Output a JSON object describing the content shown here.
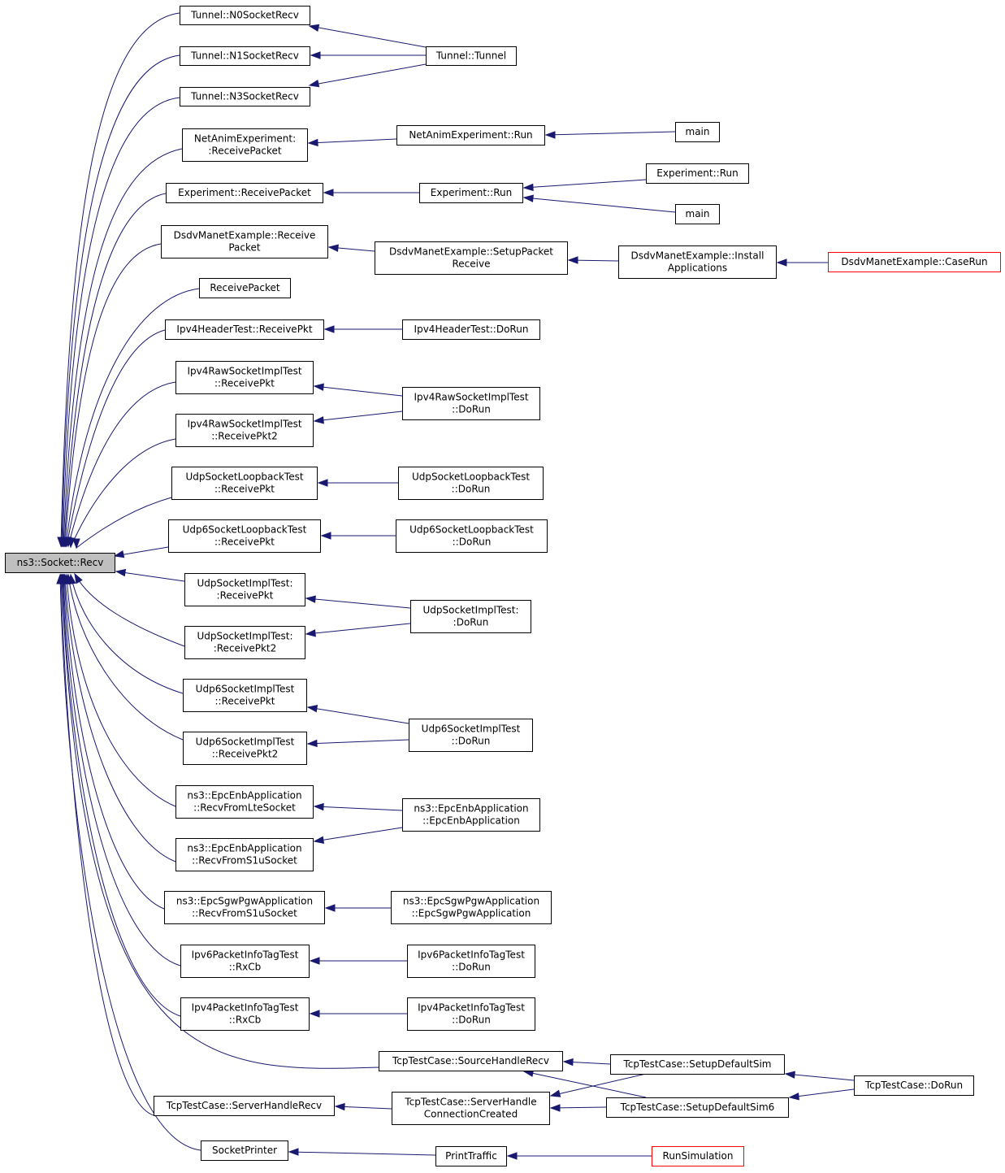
{
  "colors": {
    "edge": "#191970",
    "root_fill": "#bfbfbf",
    "truncated_border": "#ff0000"
  },
  "nodes": {
    "root": {
      "lines": [
        "ns3::Socket::Recv"
      ]
    },
    "n0": {
      "lines": [
        "Tunnel::N0SocketRecv"
      ]
    },
    "n1": {
      "lines": [
        "Tunnel::N1SocketRecv"
      ]
    },
    "n3": {
      "lines": [
        "Tunnel::N3SocketRecv"
      ]
    },
    "tunnel": {
      "lines": [
        "Tunnel::Tunnel"
      ]
    },
    "naRecv": {
      "lines": [
        "NetAnimExperiment:",
        ":ReceivePacket"
      ]
    },
    "naRun": {
      "lines": [
        "NetAnimExperiment::Run"
      ]
    },
    "main1": {
      "lines": [
        "main"
      ]
    },
    "expRecv": {
      "lines": [
        "Experiment::ReceivePacket"
      ]
    },
    "expRun": {
      "lines": [
        "Experiment::Run"
      ]
    },
    "expRun2": {
      "lines": [
        "Experiment::Run"
      ]
    },
    "main2": {
      "lines": [
        "main"
      ]
    },
    "dsdvRecv": {
      "lines": [
        "DsdvManetExample::Receive",
        "Packet"
      ]
    },
    "dsdvSetup": {
      "lines": [
        "DsdvManetExample::SetupPacket",
        "Receive"
      ]
    },
    "dsdvInstall": {
      "lines": [
        "DsdvManetExample::Install",
        "Applications"
      ]
    },
    "dsdvCase": {
      "lines": [
        "DsdvManetExample::CaseRun"
      ]
    },
    "recvPacket": {
      "lines": [
        "ReceivePacket"
      ]
    },
    "ipv4HdrRecv": {
      "lines": [
        "Ipv4HeaderTest::ReceivePkt"
      ]
    },
    "ipv4HdrRun": {
      "lines": [
        "Ipv4HeaderTest::DoRun"
      ]
    },
    "rawRecv": {
      "lines": [
        "Ipv4RawSocketImplTest",
        "::ReceivePkt"
      ]
    },
    "rawRecv2": {
      "lines": [
        "Ipv4RawSocketImplTest",
        "::ReceivePkt2"
      ]
    },
    "rawRun": {
      "lines": [
        "Ipv4RawSocketImplTest",
        "::DoRun"
      ]
    },
    "udpLoopRecv": {
      "lines": [
        "UdpSocketLoopbackTest",
        "::ReceivePkt"
      ]
    },
    "udpLoopRun": {
      "lines": [
        "UdpSocketLoopbackTest",
        "::DoRun"
      ]
    },
    "udp6LoopRecv": {
      "lines": [
        "Udp6SocketLoopbackTest",
        "::ReceivePkt"
      ]
    },
    "udp6LoopRun": {
      "lines": [
        "Udp6SocketLoopbackTest",
        "::DoRun"
      ]
    },
    "udpImplRecv": {
      "lines": [
        "UdpSocketImplTest:",
        ":ReceivePkt"
      ]
    },
    "udpImplRecv2": {
      "lines": [
        "UdpSocketImplTest:",
        ":ReceivePkt2"
      ]
    },
    "udpImplRun": {
      "lines": [
        "UdpSocketImplTest:",
        ":DoRun"
      ]
    },
    "udp6ImplRecv": {
      "lines": [
        "Udp6SocketImplTest",
        "::ReceivePkt"
      ]
    },
    "udp6ImplRecv2": {
      "lines": [
        "Udp6SocketImplTest",
        "::ReceivePkt2"
      ]
    },
    "udp6ImplRun": {
      "lines": [
        "Udp6SocketImplTest",
        "::DoRun"
      ]
    },
    "enbLte": {
      "lines": [
        "ns3::EpcEnbApplication",
        "::RecvFromLteSocket"
      ]
    },
    "enbS1u": {
      "lines": [
        "ns3::EpcEnbApplication",
        "::RecvFromS1uSocket"
      ]
    },
    "enbCtor": {
      "lines": [
        "ns3::EpcEnbApplication",
        "::EpcEnbApplication"
      ]
    },
    "sgwS1u": {
      "lines": [
        "ns3::EpcSgwPgwApplication",
        "::RecvFromS1uSocket"
      ]
    },
    "sgwCtor": {
      "lines": [
        "ns3::EpcSgwPgwApplication",
        "::EpcSgwPgwApplication"
      ]
    },
    "ipv6Rx": {
      "lines": [
        "Ipv6PacketInfoTagTest",
        "::RxCb"
      ]
    },
    "ipv6Run": {
      "lines": [
        "Ipv6PacketInfoTagTest",
        "::DoRun"
      ]
    },
    "ipv4Rx": {
      "lines": [
        "Ipv4PacketInfoTagTest",
        "::RxCb"
      ]
    },
    "ipv4Run": {
      "lines": [
        "Ipv4PacketInfoTagTest",
        "::DoRun"
      ]
    },
    "tcpSrc": {
      "lines": [
        "TcpTestCase::SourceHandleRecv"
      ]
    },
    "tcpSetup": {
      "lines": [
        "TcpTestCase::SetupDefaultSim"
      ]
    },
    "tcpRun": {
      "lines": [
        "TcpTestCase::DoRun"
      ]
    },
    "tcpSrv": {
      "lines": [
        "TcpTestCase::ServerHandleRecv"
      ]
    },
    "tcpConn": {
      "lines": [
        "TcpTestCase::ServerHandle",
        "ConnectionCreated"
      ]
    },
    "tcpSetup6": {
      "lines": [
        "TcpTestCase::SetupDefaultSim6"
      ]
    },
    "printer": {
      "lines": [
        "SocketPrinter"
      ]
    },
    "printTraffic": {
      "lines": [
        "PrintTraffic"
      ]
    },
    "runSim": {
      "lines": [
        "RunSimulation"
      ]
    }
  }
}
